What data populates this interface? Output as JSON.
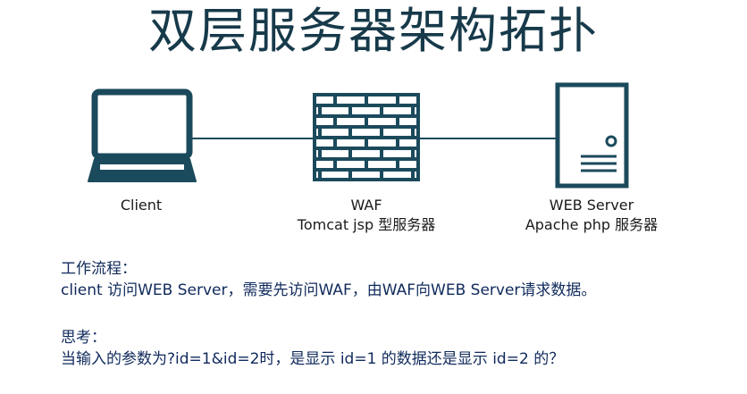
{
  "title": "双层服务器架构拓扑",
  "nodes": {
    "client": {
      "label": "Client"
    },
    "waf": {
      "label": "WAF",
      "sublabel": "Tomcat jsp 型服务器"
    },
    "server": {
      "label": "WEB Server",
      "sublabel": "Apache php 服务器"
    }
  },
  "workflow": {
    "heading": "工作流程：",
    "text": "client 访问WEB Server，需要先访问WAF，由WAF向WEB Server请求数据。"
  },
  "question": {
    "heading": "思考：",
    "text": "当输入的参数为?id=1&id=2时，是显示 id=1 的数据还是显示 id=2 的？"
  },
  "colors": {
    "title": "#173a4a",
    "icon": "#1b4a5c",
    "text": "#102a5c"
  }
}
